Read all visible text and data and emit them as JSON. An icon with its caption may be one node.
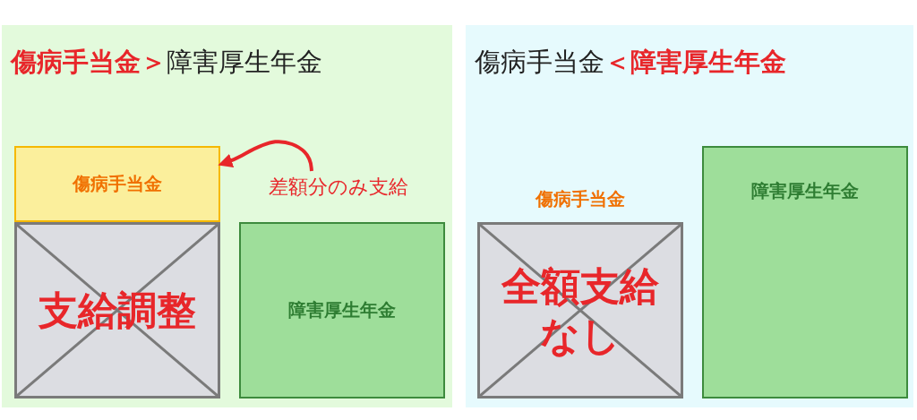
{
  "diagram": {
    "nodes": [
      {
        "text": [
          "**傷病手当金＞**障害厚生年金"
        ]
      },
      {
        "text": [
          "傷病手当金"
        ],
        "in": 0
      },
      {
        "text": [
          "支給調整"
        ],
        "in": 0
      },
      {
        "text": [
          "障害厚生年金"
        ],
        "in": 0
      },
      {
        "text": [
          "差額分のみ支給"
        ],
        "in": 0
      },
      {
        "text": [
          "傷病手当金**＜障害厚生年金**"
        ]
      },
      {
        "text": [
          "傷病手当金",
          "全額支給なし"
        ],
        "in": 5
      },
      {
        "text": [
          "障害厚生年金"
        ],
        "in": 5
      }
    ],
    "edges": [
      {
        "from": 4,
        "to": 1,
        "arrow": "to"
      }
    ]
  }
}
